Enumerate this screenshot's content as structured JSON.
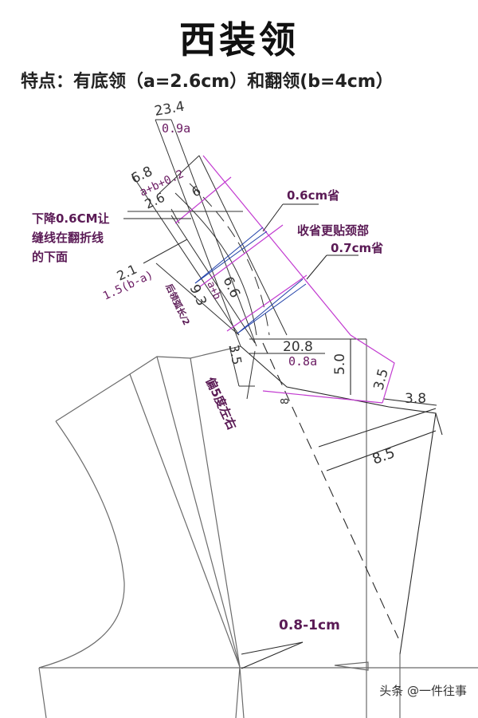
{
  "header": {
    "title": "西装领",
    "subtitle": "特点：有底领（a=2.6cm）和翻领(b=4cm）"
  },
  "annotations": {
    "lower_seam_note": [
      "下降0.6CM让",
      "缝线在翻折线",
      "的下面"
    ],
    "dart_1": "0.6cm省",
    "dart_note": "收省更贴颈部",
    "dart_2": "0.7cm省",
    "angle_note": "偏5度左右",
    "hem_note": "0.8-1cm",
    "back_neck_label": "后领弧长/2"
  },
  "dimensions": {
    "d_234": "23.4",
    "d_09a": "0.9a",
    "d_68": "6.8",
    "d_abp02": "a+b+0.2",
    "d_26": "2.6",
    "d_6": "6",
    "d_21": "2.1",
    "d_15ba": "1.5(b-a)",
    "d_93": "9.3",
    "d_66": "6.6",
    "d_ab": "a+b",
    "d_35a": "3.5",
    "d_208": "20.8",
    "d_08a": "0.8a",
    "d_50": "5.0",
    "d_35b": "3.5",
    "d_38": "3.8",
    "d_85": "8.5",
    "d_8": "8"
  },
  "colors": {
    "line": "#6b6b6b",
    "dark_line": "#2a2a2a",
    "magenta": "#c23ad0",
    "text_purple": "#5a1a55",
    "blue": "#1e3fa8"
  },
  "watermark": "头条 @一件往事"
}
